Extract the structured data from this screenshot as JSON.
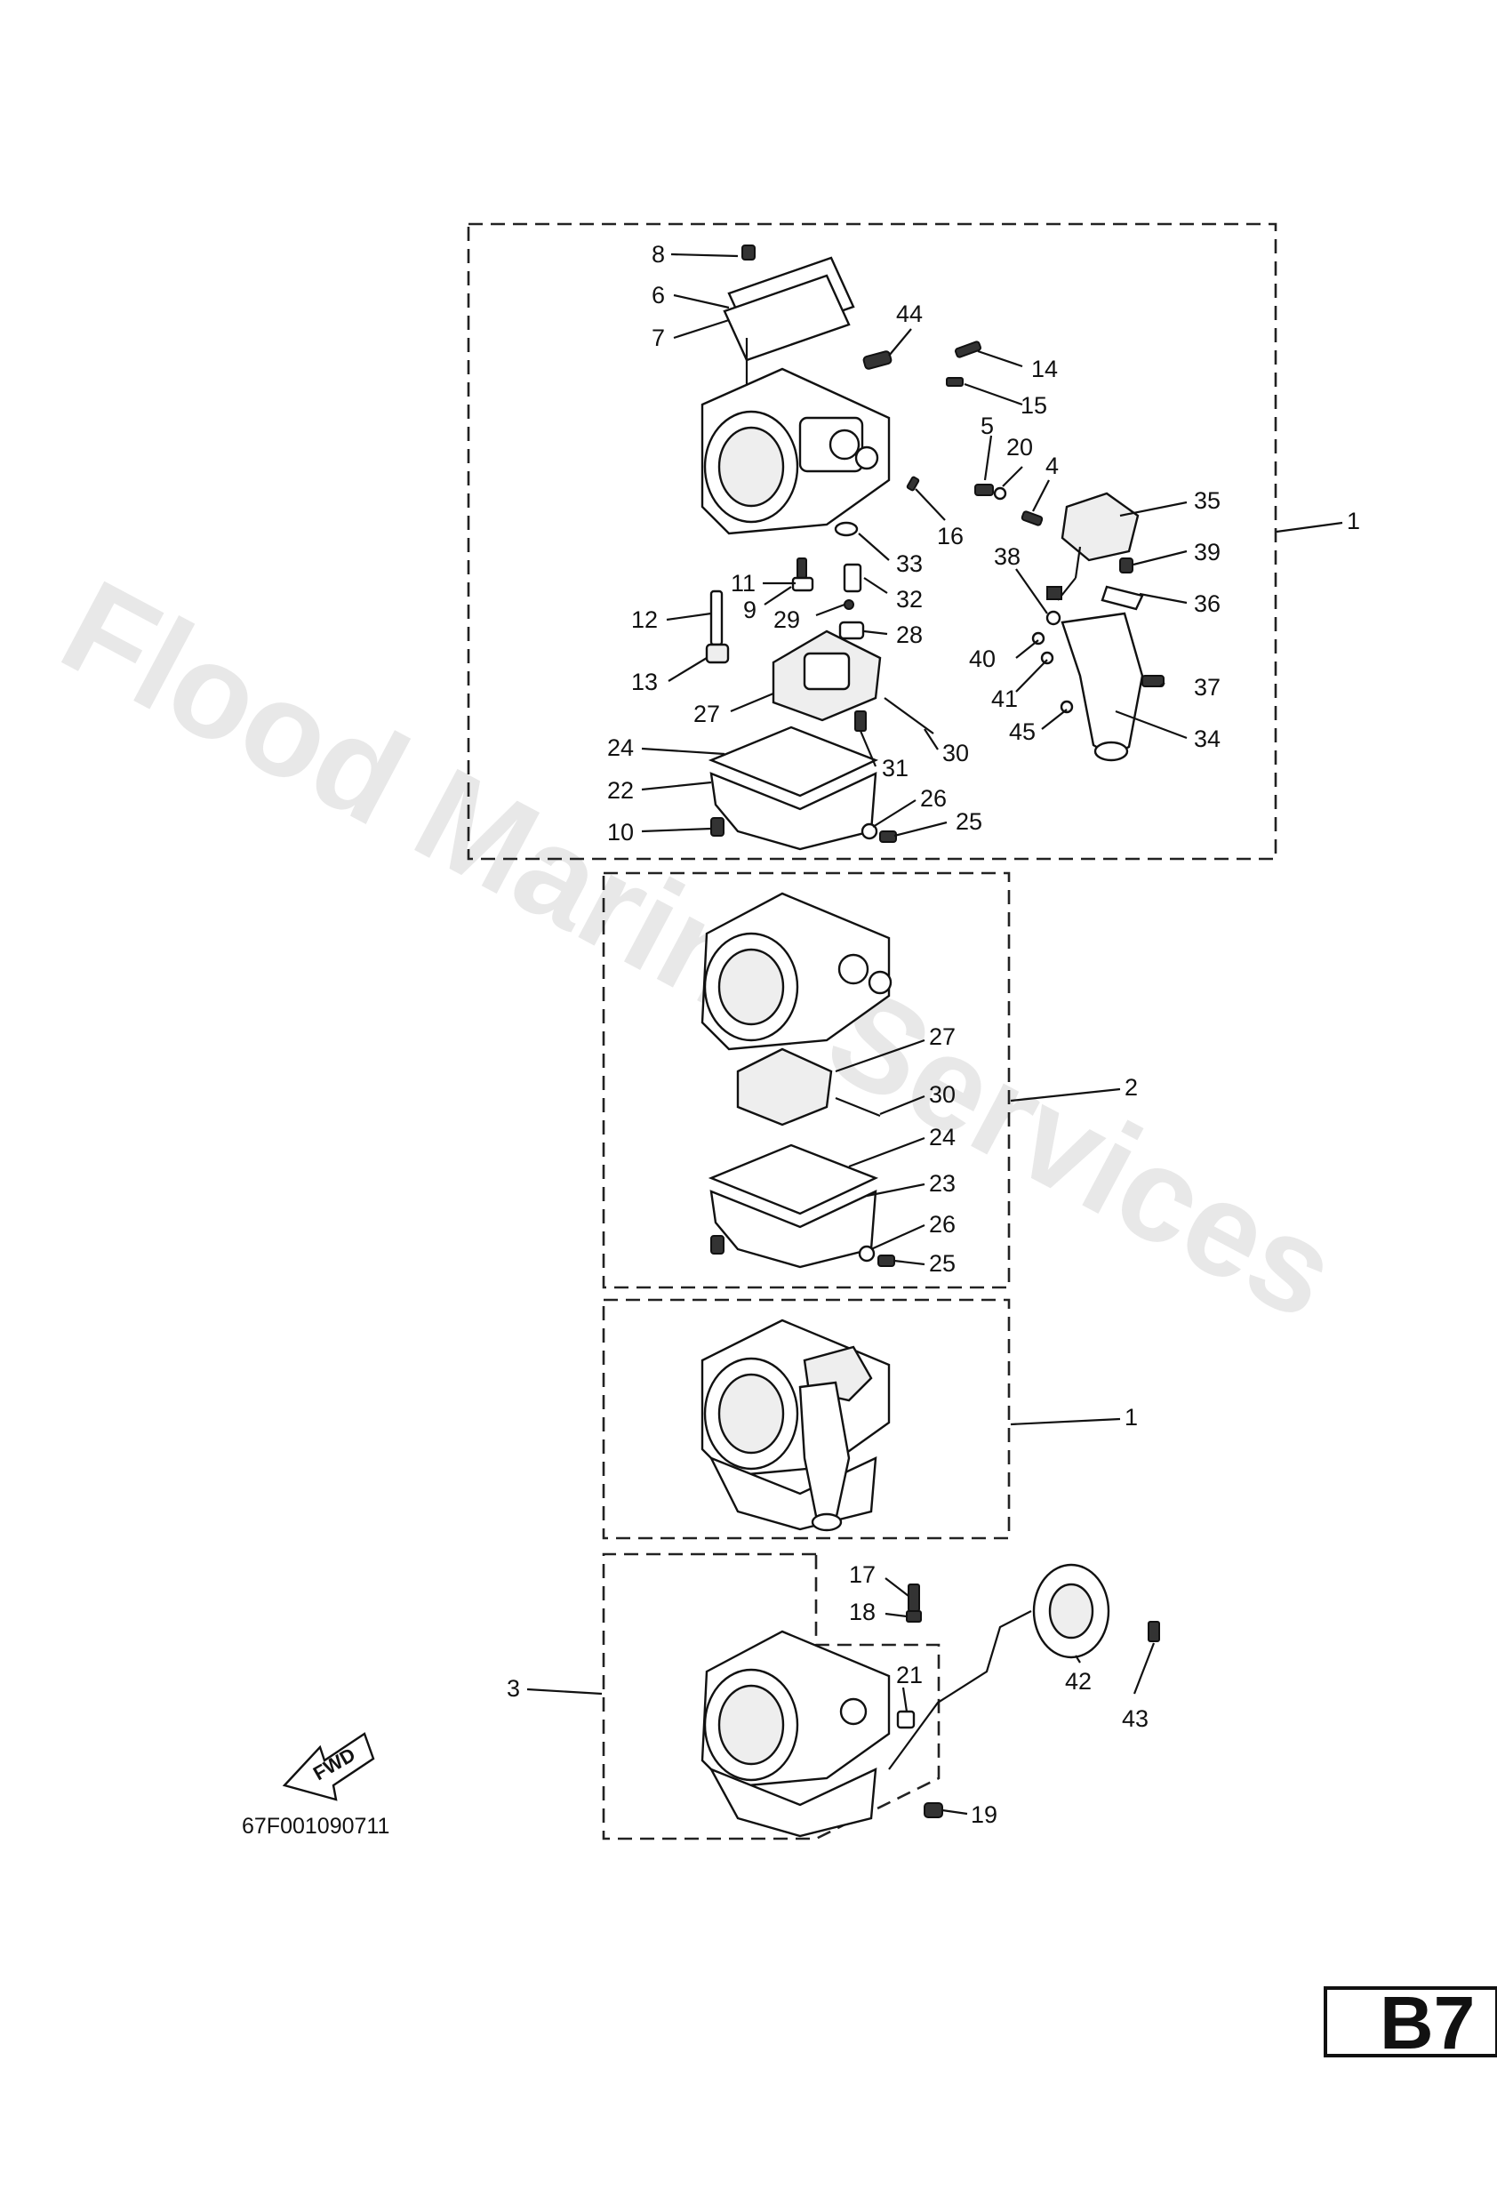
{
  "watermark": "Flood Marine Services",
  "page_id": "B7",
  "drawing_code": "67F001090711",
  "fwd_label": "FWD",
  "callouts": {
    "c8": "8",
    "c6": "6",
    "c7": "7",
    "c44": "44",
    "c14": "14",
    "c15": "15",
    "c5": "5",
    "c20": "20",
    "c4": "4",
    "c35": "35",
    "c1a": "1",
    "c39": "39",
    "c38": "38",
    "c36": "36",
    "c16": "16",
    "c33": "33",
    "c11": "11",
    "c9": "9",
    "c32": "32",
    "c12": "12",
    "c29": "29",
    "c28": "28",
    "c40": "40",
    "c37": "37",
    "c13": "13",
    "c41": "41",
    "c27a": "27",
    "c45": "45",
    "c34": "34",
    "c30a": "30",
    "c24a": "24",
    "c31": "31",
    "c22": "22",
    "c26a": "26",
    "c10": "10",
    "c25a": "25",
    "c27b": "27",
    "c30b": "30",
    "c2": "2",
    "c24b": "24",
    "c23": "23",
    "c26b": "26",
    "c25b": "25",
    "c1b": "1",
    "c17": "17",
    "c18": "18",
    "c21": "21",
    "c3": "3",
    "c42": "42",
    "c43": "43",
    "c19": "19"
  }
}
